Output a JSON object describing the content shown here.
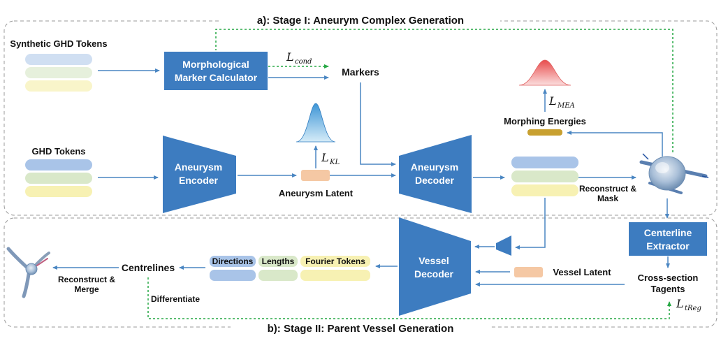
{
  "stage1": {
    "title": "a): Stage I: Aneurym Complex Generation"
  },
  "stage2": {
    "title": "b): Stage II: Parent Vessel Generation"
  },
  "synthetic_tokens": {
    "label": "Synthetic GHD Tokens"
  },
  "ghd_tokens": {
    "label": "GHD Tokens"
  },
  "morph_calc": {
    "line1": "Morphological",
    "line2": "Marker Calculator"
  },
  "markers": {
    "label": "Markers"
  },
  "loss_cond": {
    "symbol": "L",
    "sub": "cond"
  },
  "loss_kl": {
    "symbol": "L",
    "sub": "KL"
  },
  "loss_mea": {
    "symbol": "L",
    "sub": "MEA"
  },
  "loss_treg": {
    "symbol": "L",
    "sub": "tReg"
  },
  "aneurysm_encoder": {
    "line1": "Aneurysm",
    "line2": "Encoder"
  },
  "aneurysm_latent": {
    "label": "Aneurysm Latent"
  },
  "aneurysm_decoder": {
    "line1": "Aneurysm",
    "line2": "Decoder"
  },
  "morphing_energies": {
    "label": "Morphing Energies"
  },
  "reconstruct_mask": {
    "line1": "Reconstruct &",
    "line2": "Mask"
  },
  "centerline_extractor": {
    "line1": "Centerline",
    "line2": "Extractor"
  },
  "cross_section": {
    "line1": "Cross-section",
    "line2": "Tagents"
  },
  "vessel_latent": {
    "label": "Vessel Latent"
  },
  "vessel_decoder": {
    "line1": "Vessel",
    "line2": "Decoder"
  },
  "token_groups": {
    "directions": "Directions",
    "lengths": "Lengths",
    "fourier": "Fourier Tokens"
  },
  "centrelines": {
    "label": "Centrelines"
  },
  "reconstruct_merge": {
    "line1": "Reconstruct &",
    "line2": "Merge"
  },
  "differentiate": {
    "label": "Differentiate"
  },
  "colors": {
    "box_blue": "#3d7cc0",
    "arrow_blue": "#4a86c2",
    "green_dash": "#27a845",
    "token_blue": "#a9c4e8",
    "token_green": "#d9e8c9",
    "token_yellow": "#f7f1b3",
    "latent_orange": "#f5c8a4",
    "energy_gold": "#c8a030"
  }
}
